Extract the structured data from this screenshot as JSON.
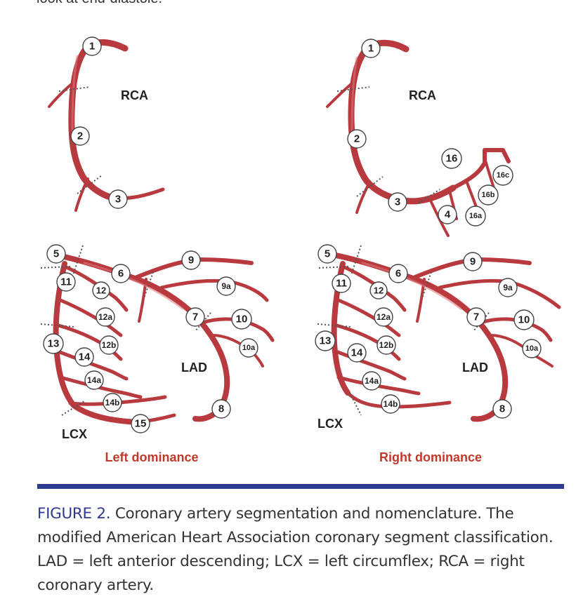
{
  "top_text": "look at end-diastole.",
  "figure": {
    "left_panel": {
      "dominance_label": "Left dominance",
      "rca_label": "RCA",
      "lad_label": "LAD",
      "lcx_label": "LCX",
      "segments": [
        "1",
        "2",
        "3",
        "5",
        "6",
        "7",
        "8",
        "9",
        "9a",
        "10",
        "10a",
        "11",
        "12",
        "12a",
        "12b",
        "13",
        "14",
        "14a",
        "14b",
        "15"
      ]
    },
    "right_panel": {
      "dominance_label": "Right dominance",
      "rca_label": "RCA",
      "lad_label": "LAD",
      "lcx_label": "LCX",
      "segments": [
        "1",
        "2",
        "3",
        "4",
        "16",
        "16a",
        "16b",
        "16c",
        "5",
        "6",
        "7",
        "8",
        "9",
        "9a",
        "10",
        "10a",
        "11",
        "12",
        "12a",
        "12b",
        "13",
        "14",
        "14a",
        "14b"
      ]
    }
  },
  "caption": {
    "label": "FIGURE 2.",
    "text": " Coronary artery segmentation and nomenclature. The modified American Heart Association coronary segment classification. LAD = left anterior descending; LCX = left circumflex; RCA = right coronary artery."
  },
  "colors": {
    "artery": "#b83a3f",
    "accent": "#2e3b8f",
    "dominance_label": "#c0392b"
  }
}
